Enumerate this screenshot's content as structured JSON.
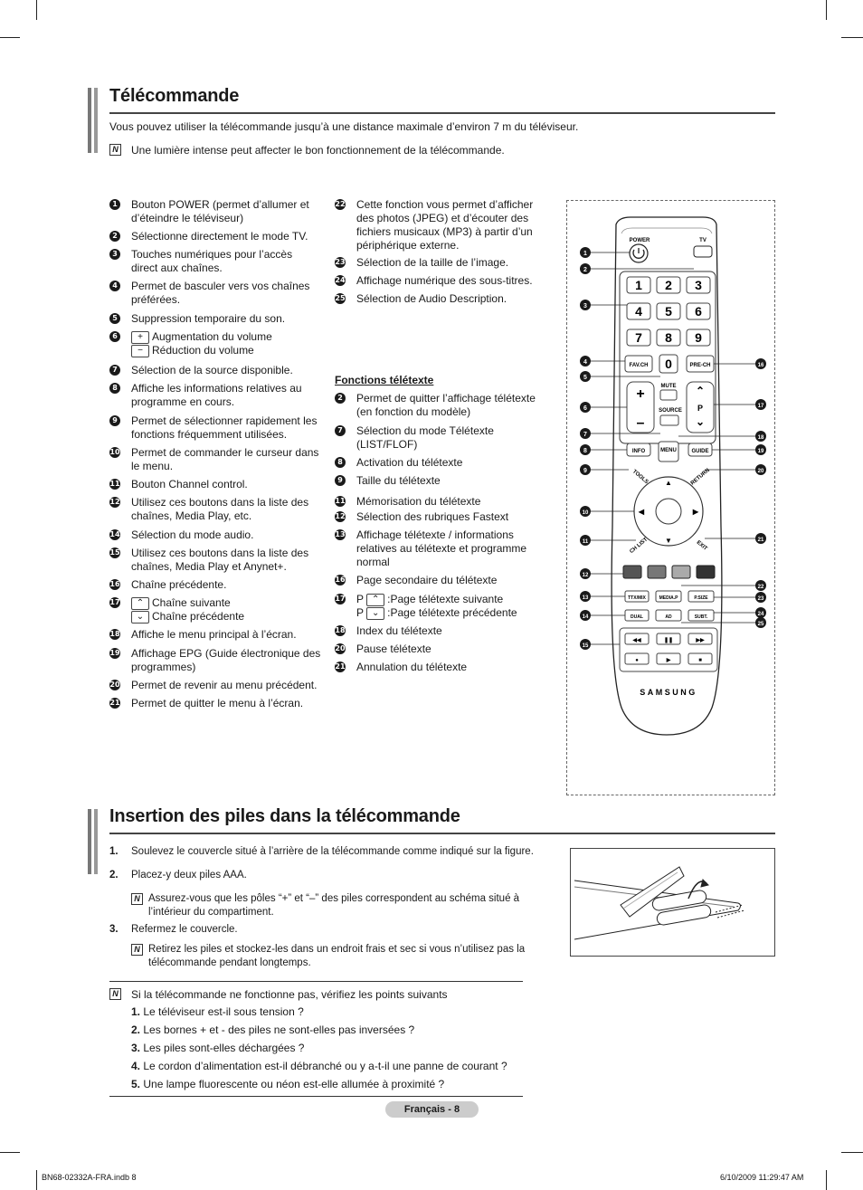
{
  "section1": {
    "title": "Télécommande",
    "intro": "Vous pouvez utiliser la télécommande jusqu’à une distance maximale d’environ 7 m du téléviseur.",
    "note": "Une lumière intense peut affecter le bon fonctionnement de la télécommande."
  },
  "left_list": [
    {
      "n": "1",
      "text": "Bouton POWER (permet d’allumer et d’éteindre le téléviseur)"
    },
    {
      "n": "2",
      "text": "Sélectionne directement le mode TV."
    },
    {
      "n": "3",
      "text": "Touches numériques pour l’accès direct aux chaînes."
    },
    {
      "n": "4",
      "text": "Permet de basculer vers vos chaînes préférées."
    },
    {
      "n": "5",
      "text": "Suppression temporaire du son."
    },
    {
      "n": "6",
      "text_a": "Augmentation du volume",
      "text_b": "Réduction du volume",
      "sym_a": "+",
      "sym_b": "−"
    },
    {
      "n": "7",
      "text": "Sélection de la source disponible."
    },
    {
      "n": "8",
      "text": "Affiche les informations relatives au programme en cours."
    },
    {
      "n": "9",
      "text": "Permet de sélectionner rapidement les fonctions fréquemment utilisées."
    },
    {
      "n": "10",
      "text": "Permet de commander le curseur dans le menu."
    },
    {
      "n": "11",
      "text": "Bouton Channel control."
    },
    {
      "n": "12",
      "text": "Utilisez ces boutons dans la liste des chaînes, Media Play, etc."
    },
    {
      "n": "14",
      "text": "Sélection du mode audio."
    },
    {
      "n": "15",
      "text": "Utilisez ces boutons dans la liste des chaînes, Media Play et Anynet+."
    },
    {
      "n": "16",
      "text": "Chaîne précédente."
    },
    {
      "n": "17",
      "text_a": "Chaîne suivante",
      "text_b": "Chaîne précédente",
      "sym_a": "⌃",
      "sym_b": "⌄"
    },
    {
      "n": "18",
      "text": "Affiche le menu principal à l’écran."
    },
    {
      "n": "19",
      "text": "Affichage EPG (Guide électronique des programmes)"
    },
    {
      "n": "20",
      "text": "Permet de revenir au menu précédent."
    },
    {
      "n": "21",
      "text": "Permet de quitter le menu à l’écran."
    }
  ],
  "right_list": [
    {
      "n": "22",
      "text": "Cette fonction vous permet d’afficher des photos (JPEG) et d’écouter des fichiers musicaux (MP3) à partir d’un périphérique externe."
    },
    {
      "n": "23",
      "text": "Sélection de la taille de l’image."
    },
    {
      "n": "24",
      "text": "Affichage numérique des sous-titres."
    },
    {
      "n": "25",
      "text": "Sélection de Audio Description."
    }
  ],
  "teletext": {
    "heading": "Fonctions télétexte",
    "items": [
      {
        "n": "2",
        "text": "Permet de quitter l’affichage télétexte (en fonction du modèle)"
      },
      {
        "n": "7",
        "text": "Sélection du mode Télétexte (LIST/FLOF)"
      },
      {
        "n": "8",
        "text": "Activation du télétexte"
      },
      {
        "n": "9",
        "text": "Taille du télétexte"
      },
      {
        "n": "11",
        "text": "Mémorisation du télétexte"
      },
      {
        "n": "12",
        "text": "Sélection des rubriques Fastext"
      },
      {
        "n": "13",
        "text": "Affichage télétexte / informations relatives au télétexte et programme normal"
      },
      {
        "n": "16",
        "text": "Page secondaire du télétexte"
      },
      {
        "n": "17",
        "prefix": "P",
        "text_a": ":Page télétexte suivante",
        "text_b": ":Page télétexte précédente"
      },
      {
        "n": "18",
        "text": "Index du télétexte"
      },
      {
        "n": "20",
        "text": "Pause télétexte"
      },
      {
        "n": "21",
        "text": "Annulation du télétexte"
      }
    ]
  },
  "remote": {
    "power": "POWER",
    "tv": "TV",
    "digits": [
      "1",
      "2",
      "3",
      "4",
      "5",
      "6",
      "7",
      "8",
      "9",
      "0"
    ],
    "fav": "FAV.CH",
    "prech": "PRE-CH",
    "mute": "MUTE",
    "source": "SOURCE",
    "p": "P",
    "info": "INFO",
    "menu": "MENU",
    "guide": "GUIDE",
    "tools": "TOOLS",
    "return": "RETURN",
    "chlist": "CH LIST",
    "exit": "EXIT",
    "ttx": "TTX/MIX",
    "media": "MEDIA.P",
    "psize": "P.SIZE",
    "dual": "DUAL",
    "ad": "AD",
    "subt": "SUBT.",
    "brand": "SAMSUNG",
    "callouts_left": [
      "1",
      "2",
      "3",
      "4",
      "5",
      "6",
      "7",
      "8",
      "9",
      "10",
      "11",
      "12",
      "13",
      "14",
      "15"
    ],
    "callouts_right": [
      "16",
      "17",
      "18",
      "19",
      "20",
      "21",
      "22",
      "23",
      "24",
      "25"
    ]
  },
  "section2": {
    "title": "Insertion des piles dans la télécommande",
    "step1_n": "1.",
    "step1": "Soulevez le couvercle situé à l’arrière de la télécommande comme indiqué sur la figure.",
    "step2_n": "2.",
    "step2": "Placez-y deux piles AAA.",
    "step2_note": "Assurez-vous que les pôles “+” et “–” des piles correspondent au schéma situé à l’intérieur du compartiment.",
    "step3_n": "3.",
    "step3": "Refermez le couvercle.",
    "step3_note": "Retirez les piles et stockez-les dans un endroit frais et sec si vous n’utilisez pas la télécommande pendant longtemps.",
    "check_intro": "Si la télécommande ne fonctionne pas, vérifiez les points suivants",
    "checks": [
      {
        "n": "1.",
        "text": "Le téléviseur est-il sous tension ?"
      },
      {
        "n": "2.",
        "text": "Les bornes + et - des piles ne sont-elles pas inversées ?"
      },
      {
        "n": "3.",
        "text": "Les piles sont-elles déchargées ?"
      },
      {
        "n": "4.",
        "text": "Le cordon d’alimentation est-il débranché ou y a-t-il une panne de courant ?"
      },
      {
        "n": "5.",
        "text": "Une lampe fluorescente ou néon est-elle allumée à proximité ?"
      }
    ]
  },
  "footer": {
    "page": "Français - 8",
    "file": "BN68-02332A-FRA.indb   8",
    "date": "6/10/2009   11:29:47 AM"
  }
}
